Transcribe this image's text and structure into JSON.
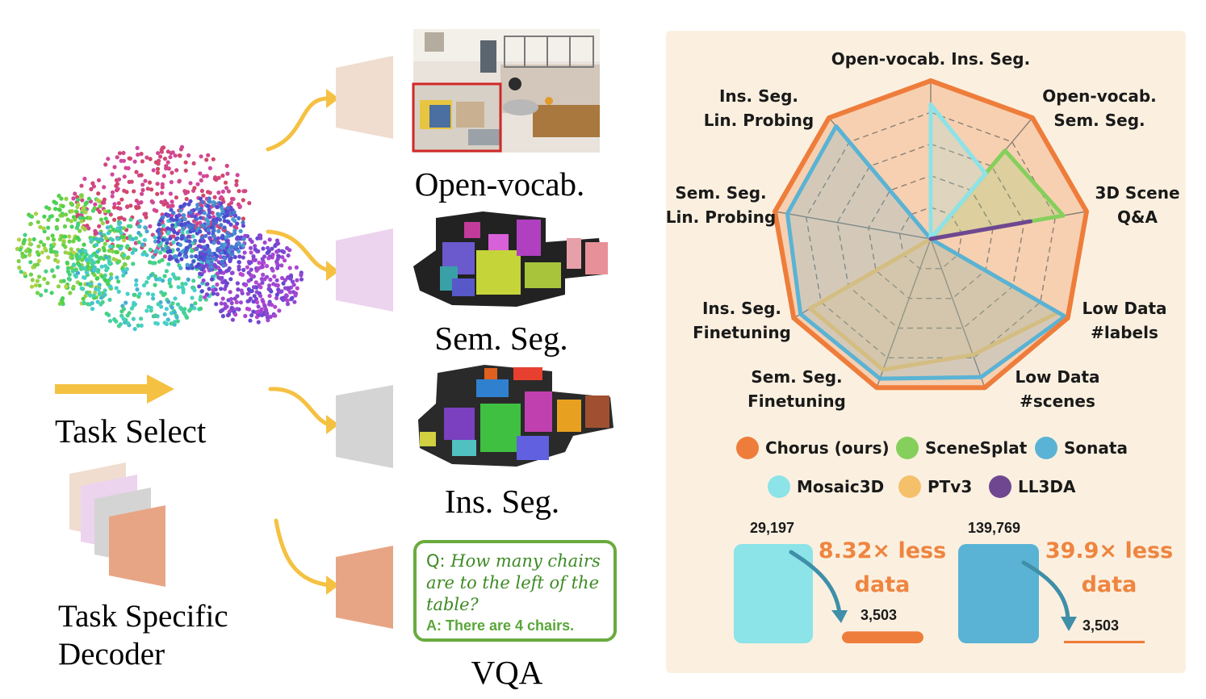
{
  "left": {
    "task_select_label": "Task Select",
    "decoder_label_line1": "Task Specific",
    "decoder_label_line2": "Decoder"
  },
  "tasks": [
    {
      "label": "Open-vocab.",
      "color": "#f0ddd0"
    },
    {
      "label": "Sem. Seg.",
      "color": "#ecd3ee"
    },
    {
      "label": "Ins. Seg.",
      "color": "#d4d4d4"
    },
    {
      "label": "VQA",
      "color": "#e8a585"
    }
  ],
  "vqa": {
    "q_prefix": "Q:",
    "question": "How many chairs are to the left of the table?",
    "answer": "A: There are 4 chairs."
  },
  "chart_data": {
    "type": "radar",
    "axes": [
      "Open-vocab. Ins. Seg.",
      "Open-vocab. Sem. Seg.",
      "3D Scene Q&A",
      "Low Data #labels",
      "Low Data #scenes",
      "Sem. Seg. Finetuning",
      "Ins. Seg. Finetuning",
      "Sem. Seg. Lin. Probing",
      "Ins. Seg. Lin. Probing"
    ],
    "axis_label_lines": [
      [
        "Open-vocab. Ins. Seg."
      ],
      [
        "Open-vocab.",
        "Sem. Seg."
      ],
      [
        "3D Scene",
        "Q&A"
      ],
      [
        "Low Data",
        "#labels"
      ],
      [
        "Low Data",
        "#scenes"
      ],
      [
        "Sem. Seg.",
        "Finetuning"
      ],
      [
        "Ins. Seg.",
        "Finetuning"
      ],
      [
        "Sem. Seg.",
        "Lin. Probing"
      ],
      [
        "Ins. Seg.",
        "Lin. Probing"
      ]
    ],
    "rmax": 1.0,
    "grid_levels": 5,
    "series": [
      {
        "name": "Chorus (ours)",
        "color": "#ee7d3b",
        "values": [
          1.0,
          1.0,
          1.0,
          1.0,
          1.0,
          1.0,
          1.0,
          1.0,
          1.0
        ]
      },
      {
        "name": "SceneSplat",
        "color": "#85cf5c",
        "values": [
          0,
          0.73,
          0.85,
          0,
          0,
          0,
          0,
          0,
          0
        ]
      },
      {
        "name": "Sonata",
        "color": "#5ab3d4",
        "values": [
          0,
          0,
          0,
          0.98,
          0.93,
          0.94,
          0.95,
          0.92,
          0.93
        ]
      },
      {
        "name": "Mosaic3D",
        "color": "#8ce3e8",
        "values": [
          0.85,
          0.54,
          0,
          0,
          0,
          0,
          0,
          0,
          0
        ]
      },
      {
        "name": "PTv3",
        "color": "#f5c06a",
        "values": [
          0,
          0,
          0,
          0.93,
          0.78,
          0.88,
          0.88,
          0,
          0
        ]
      },
      {
        "name": "LL3DA",
        "color": "#6f4791",
        "values": [
          0,
          0,
          0.64,
          0,
          0,
          0,
          0,
          0,
          0
        ]
      }
    ],
    "legend_position": "bottom",
    "bar_comparisons": [
      {
        "big_value": 29197,
        "big_label": "29,197",
        "big_color": "#8ce3e8",
        "small_value": 3503,
        "small_label": "3,503",
        "small_color": "#ee7d3b",
        "ratio_line1": "8.32× less",
        "ratio_line2": "data"
      },
      {
        "big_value": 139769,
        "big_label": "139,769",
        "big_color": "#5ab3d4",
        "small_value": 3503,
        "small_label": "3,503",
        "small_color": "#ee7d3b",
        "ratio_line1": "39.9× less",
        "ratio_line2": "data"
      }
    ]
  }
}
